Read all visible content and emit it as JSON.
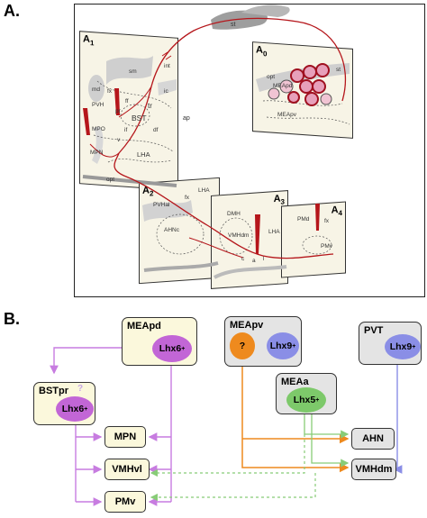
{
  "panel_a": {
    "label": "A."
  },
  "panel_b": {
    "label": "B."
  },
  "brain_sections": {
    "a1": {
      "title": "A",
      "sub": "1",
      "labels": [
        "sm",
        "md",
        "fx",
        "PVH",
        "MPO",
        "pr",
        "BST",
        "ff",
        "tr",
        "if",
        "df",
        "MPN",
        "LHA",
        "opt",
        "ic",
        "int",
        "v"
      ]
    },
    "a0": {
      "title": "A",
      "sub": "0",
      "labels": [
        "opt",
        "MEApd",
        "MEApv",
        "st"
      ]
    },
    "a2": {
      "title": "A",
      "sub": "2",
      "labels": [
        "PVHal",
        "fx",
        "LHA",
        "AHNc"
      ]
    },
    "a3": {
      "title": "A",
      "sub": "3",
      "labels": [
        "DMH",
        "VMHdm",
        "LHA",
        "c",
        "a",
        "l"
      ]
    },
    "a4": {
      "title": "A",
      "sub": "4",
      "labels": [
        "PMd",
        "fx",
        "PMv"
      ]
    },
    "st_label": "st",
    "ap_label": "ap"
  },
  "nodes": {
    "meapd": {
      "title": "MEApd",
      "marker": "Lhx6",
      "sup": "+"
    },
    "meapv": {
      "title": "MEApv",
      "unknown": "?",
      "marker": "Lhx9",
      "sup": "+"
    },
    "pvt": {
      "title": "PVT",
      "marker": "Lhx9",
      "sup": "+"
    },
    "meaa": {
      "title": "MEAa",
      "marker": "Lhx5",
      "sup": "+"
    },
    "bstpr": {
      "title": "BSTpr",
      "question": "?",
      "marker": "Lhx6",
      "sup": "+"
    }
  },
  "targets": {
    "mpn": "MPN",
    "vmhvl": "VMHvl",
    "pmv": "PMv",
    "ahn": "AHN",
    "vmhdm": "VMHdm"
  },
  "colors": {
    "lhx6": "#c266d6",
    "lhx6_line": "#c77ce0",
    "orange": "#ee8a1e",
    "lhx9": "#8a8ee6",
    "lhx5": "#7dc96a",
    "lhx5_line": "#88cc77",
    "node_yellow": "#fbf8dc",
    "node_gray": "#e4e4e4",
    "fiber": "#b5161b"
  }
}
